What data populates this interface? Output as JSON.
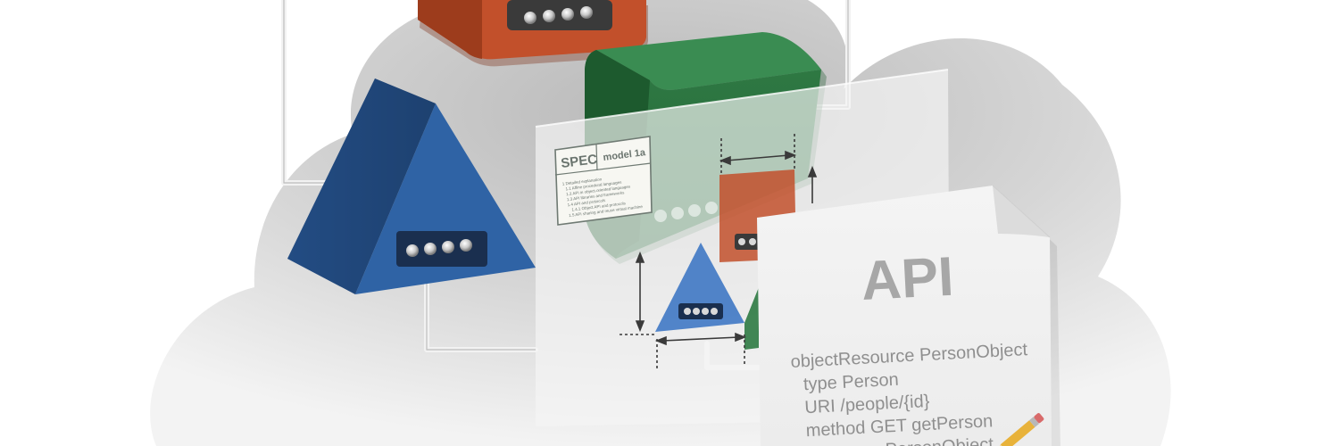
{
  "spec_card": {
    "title": "SPEC",
    "model": "model 1a",
    "lines": [
      "1 Detailed explanation",
      "1.1 Affine procedural languages",
      "1.2 API in object-oriented languages",
      "1.3 API libraries and frameworks",
      "1.4 API and protocols",
      "1.4.1 Object API and protocols",
      "1.5 API sharing and reuse virtual machine"
    ]
  },
  "api_document": {
    "title": "API",
    "lines": [
      "objectResource PersonObject",
      "type Person",
      "URI /people/{id}",
      "method GET getPerson",
      "response PersonObject"
    ]
  },
  "colors": {
    "orange_block": "#c2502b",
    "green_block": "#2e7a43",
    "blue_block": "#2f63a5",
    "cloud": "#d4d4d4",
    "paper": "#f2f2f2"
  }
}
